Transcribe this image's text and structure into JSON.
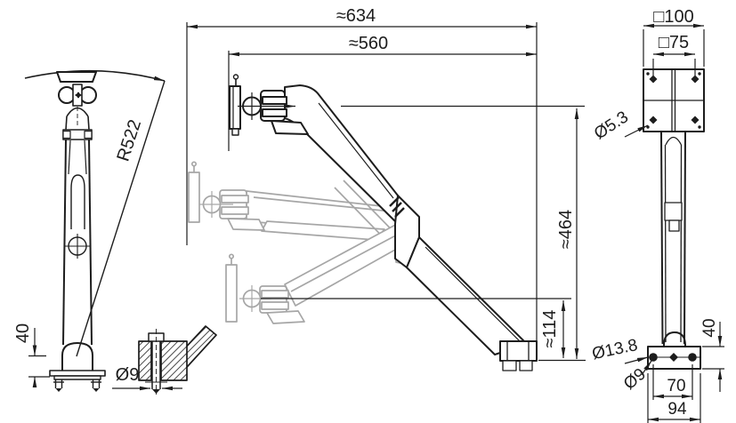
{
  "drawing": {
    "colors": {
      "line": "#1d1d1d",
      "ghost": "#a6a6a6",
      "background": "#ffffff"
    },
    "views": {
      "side_folded": {
        "labels": {
          "swing_radius": "R522",
          "base_height": "40",
          "bolt_diameter": "Ø9"
        }
      },
      "side_extended": {
        "labels": {
          "max_reach": "≈634",
          "arm_reach": "≈560",
          "max_height": "≈464",
          "min_height": "≈114"
        }
      },
      "front": {
        "labels": {
          "vesa_outer": "□100",
          "vesa_inner": "□75",
          "vesa_hole_diameter": "Ø5.3",
          "base_plate_height": "40",
          "counterbore_diameter": "Ø13.8",
          "bolt_hole_diameter": "Ø9",
          "hole_spacing": "70",
          "base_width": "94"
        }
      }
    }
  }
}
